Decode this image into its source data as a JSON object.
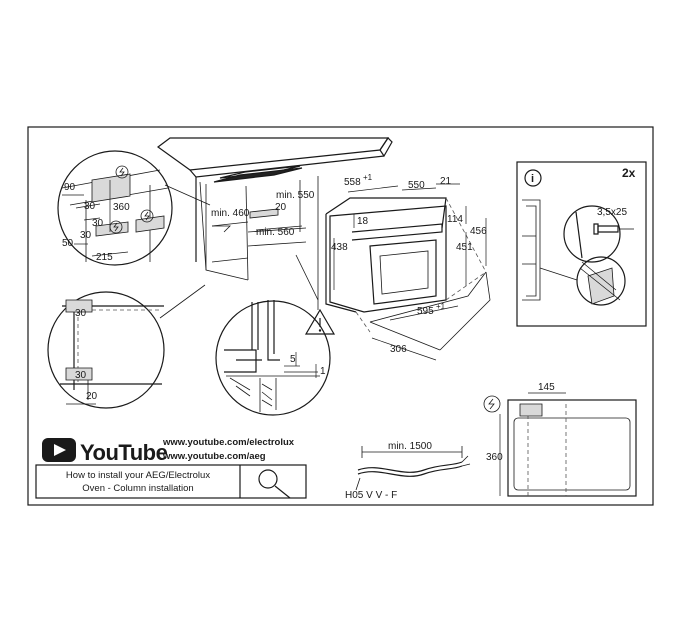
{
  "youtube": {
    "wordmark": "YouTube",
    "url_1": "www.youtube.com/electrolux",
    "url_2": "www.youtube.com/aeg"
  },
  "caption": {
    "line_1": "How to install your AEG/Electrolux",
    "line_2": "Oven - Column installation"
  },
  "detail_top_left": {
    "d90": "90",
    "d30a": "30",
    "d360": "360",
    "d30b": "30",
    "d50": "50",
    "d30c": "30",
    "d215": "215"
  },
  "detail_mid_left": {
    "d30a": "30",
    "d30b": "30",
    "d20": "20"
  },
  "cabinet": {
    "min460": "min. 460",
    "d20": "20",
    "min550": "min. 550",
    "min560": "min. 560"
  },
  "oven": {
    "d558": "558",
    "d558_sup": "+1",
    "d550": "550",
    "d21": "21",
    "d18": "18",
    "d114": "114",
    "d456": "456",
    "d438": "438",
    "d451": "451",
    "d595": "595",
    "d595_sup": "+1",
    "d306": "306"
  },
  "detail_bottom": {
    "d5": "5",
    "d1": "1"
  },
  "fixing": {
    "info": "i",
    "quantity": "2x",
    "screw": "3,5x25"
  },
  "cable": {
    "min1500": "min. 1500",
    "type": "H05 V V - F"
  },
  "rear": {
    "d145": "145",
    "d360": "360"
  }
}
